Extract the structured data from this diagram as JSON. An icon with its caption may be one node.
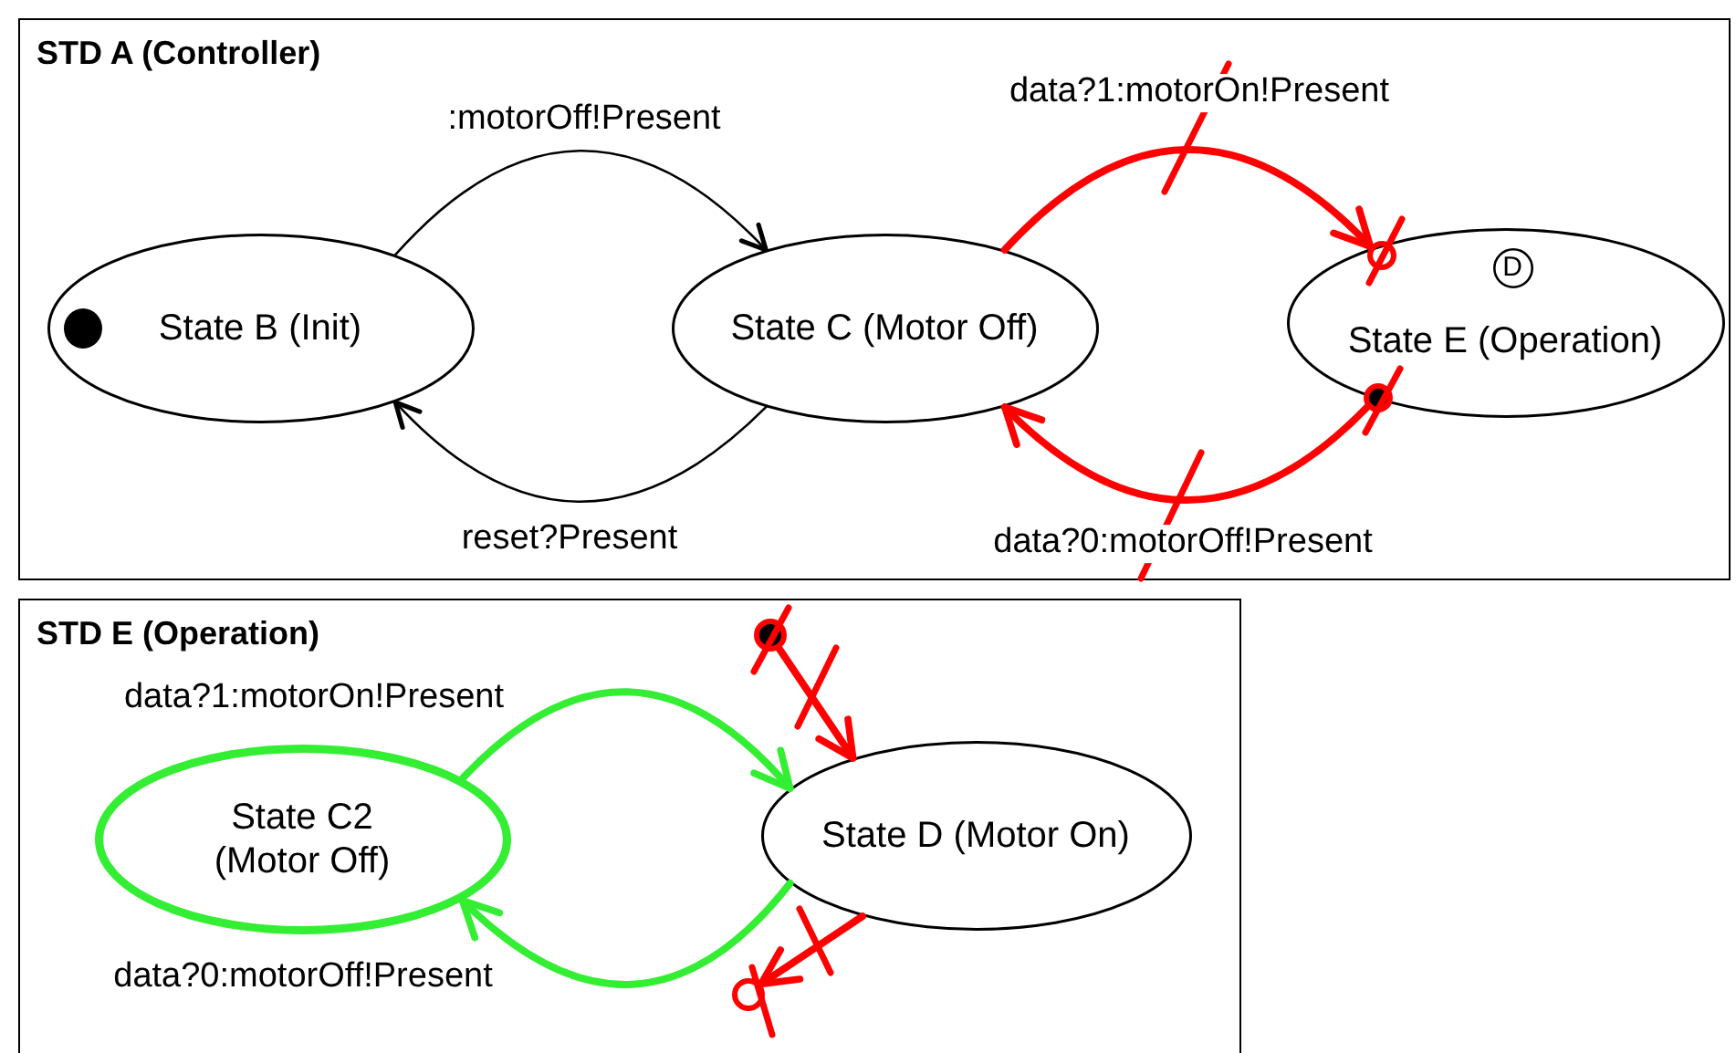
{
  "diagram": {
    "nodes": [
      {
        "text": [
          "STD A (Controller)"
        ]
      },
      {
        "text": [
          "State B (Init)"
        ],
        "in": 0
      },
      {
        "text": [
          "State C (Motor Off)"
        ],
        "in": 0
      },
      {
        "text": [
          "State E (Operation)"
        ],
        "in": 0
      },
      {
        "text": [
          "D"
        ],
        "in": 3
      },
      {
        "text": [],
        "shape": "circle",
        "in": 3
      },
      {
        "text": [],
        "shape": "circle",
        "in": 3
      },
      {
        "text": [
          "STD E (Operation)"
        ]
      },
      {
        "text": [
          "State C2 (Motor Off)"
        ],
        "in": 7
      },
      {
        "text": [
          "State D (Motor On)"
        ],
        "in": 7
      },
      {
        "text": [],
        "shape": "circle",
        "in": 7
      },
      {
        "text": [],
        "shape": "circle",
        "in": 7
      }
    ],
    "edges": [
      {
        "from": 1,
        "to": 2,
        "arrow": "to",
        "label": ":motorOff!Present",
        "color": "#000000"
      },
      {
        "from": 2,
        "to": 1,
        "arrow": "to",
        "label": "reset?Present",
        "color": "#000000"
      },
      {
        "from": 2,
        "to": 5,
        "arrow": "to",
        "label": "data?1:motorOn!Present"
      },
      {
        "from": 6,
        "to": 2,
        "arrow": "to",
        "label": "data?0:motorOff!Present"
      },
      {
        "from": 8,
        "to": 9,
        "arrow": "to",
        "label": "data?1:motorOn!Present",
        "color": "#33ee33"
      },
      {
        "from": 9,
        "to": 8,
        "arrow": "to",
        "label": "data?0:motorOff!Present",
        "color": "#33ee33"
      },
      {
        "from": 10,
        "to": 9,
        "arrow": "to"
      },
      {
        "from": 9,
        "to": 11,
        "arrow": "to"
      }
    ]
  }
}
